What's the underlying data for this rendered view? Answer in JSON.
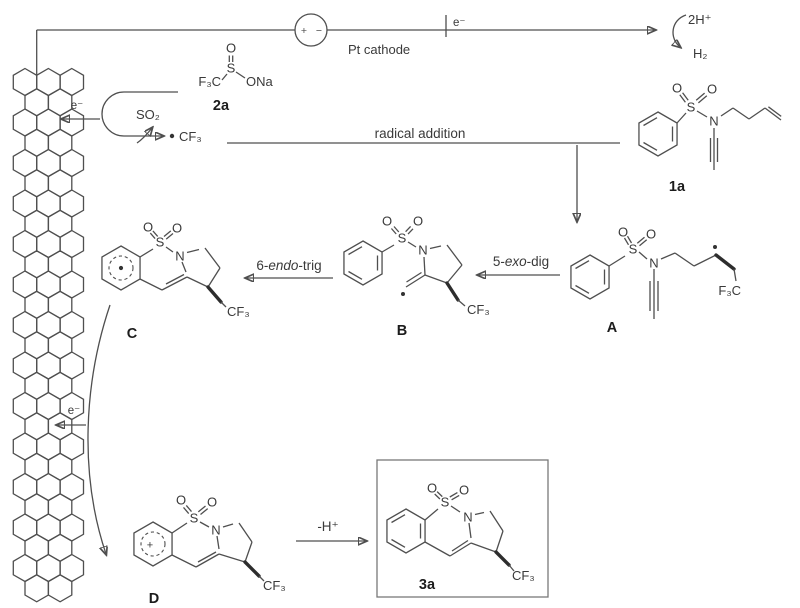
{
  "circuit": {
    "battery_plus": "+",
    "battery_minus": "−",
    "wire_electron": "e⁻",
    "cathode_label": "Pt cathode",
    "protons": "2H⁺",
    "hydrogen": "H₂"
  },
  "anode": {
    "electron_top": "e⁻",
    "electron_bottom": "e⁻"
  },
  "generation": {
    "so2": "SO₂",
    "cf3": "CF₃"
  },
  "reagent_2a": {
    "f3c": "F₃C",
    "s": "S",
    "o": "O",
    "ona": "ONa",
    "label": "2a"
  },
  "steps": {
    "radical_addition": "radical addition",
    "exo_pre": "5-",
    "exo_italic": "exo",
    "exo_post": "-dig",
    "endo_pre": "6-",
    "endo_italic": "endo",
    "endo_post": "-trig",
    "deprotonation": "-H⁺"
  },
  "atoms": {
    "s": "S",
    "n": "N",
    "o": "O",
    "cf3": "CF₃",
    "f3c": "F₃C",
    "plus": "+"
  },
  "compounds": {
    "substrate": "1a",
    "a": "A",
    "b": "B",
    "c": "C",
    "d": "D",
    "product": "3a"
  },
  "colors": {
    "stroke": "#4f4f4f",
    "text": "#3a3a3a",
    "label": "#1c1c1c"
  }
}
